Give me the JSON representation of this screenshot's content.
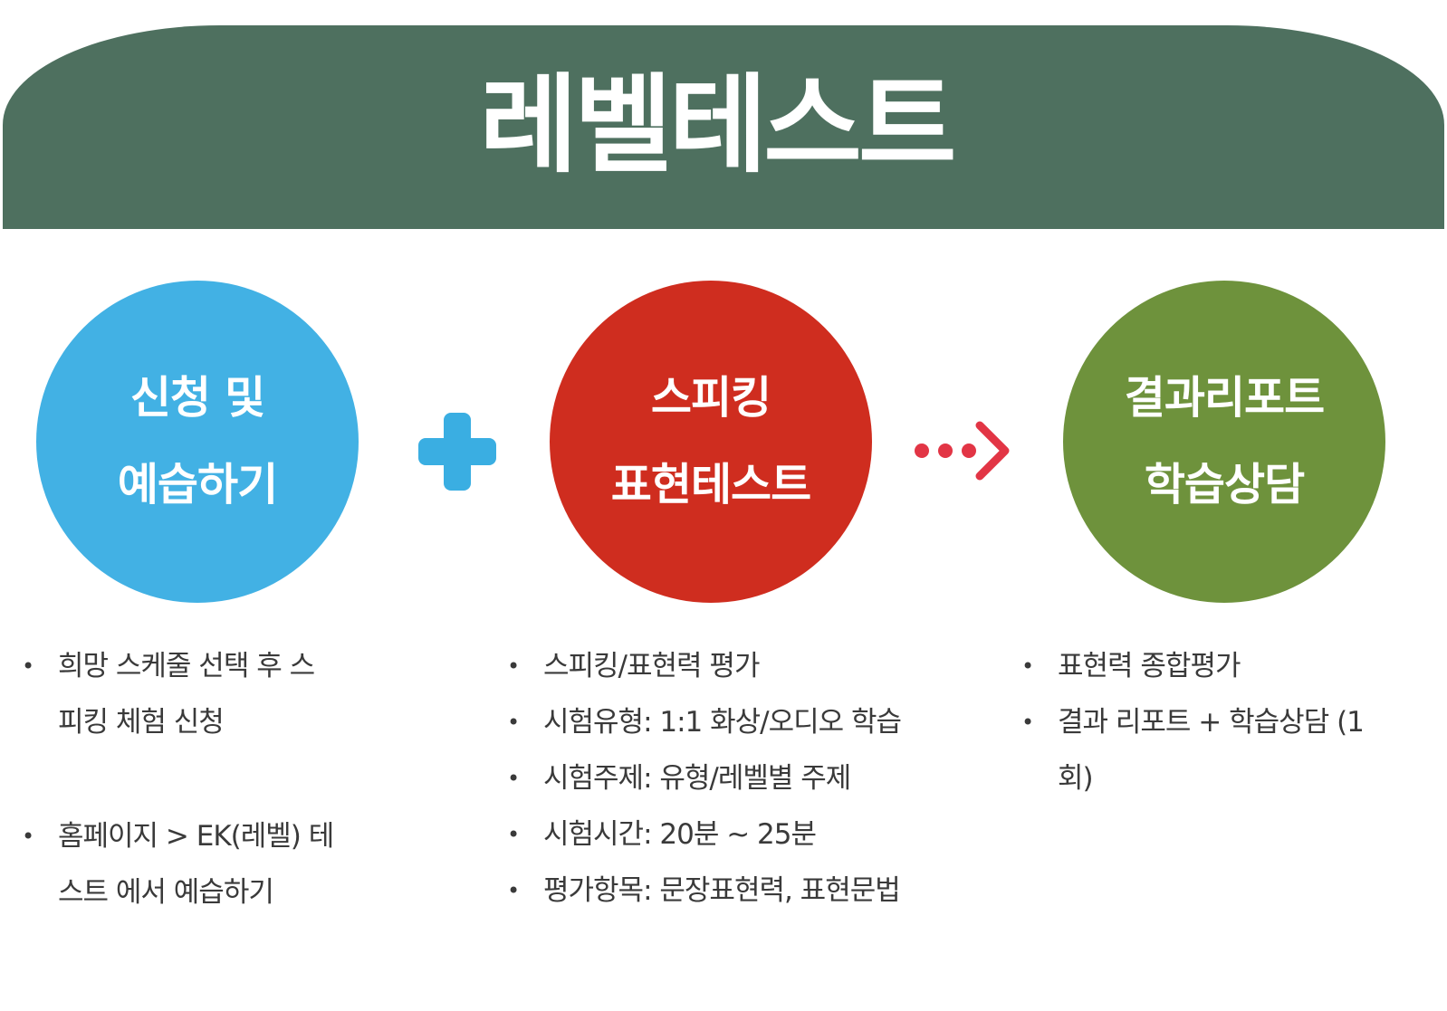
{
  "header": {
    "title": "레벨테스트",
    "bg_color": "#4e705f"
  },
  "steps": [
    {
      "line1": "신청 및",
      "line2": "예습하기",
      "color": "#42b1e4"
    },
    {
      "line1": "스피킹",
      "line2": "표현테스트",
      "color": "#cf2d1f"
    },
    {
      "line1": "결과리포트",
      "line2": "학습상담",
      "color": "#6e923c"
    }
  ],
  "connectors": {
    "plus_color": "#3aaee2",
    "arrow_color": "#e23545"
  },
  "lists": {
    "apply": [
      {
        "l1": "희망 스케줄 선택 후 스",
        "l2": "피킹 체험 신청"
      },
      {
        "l1": "홈페이지 > EK(레벨) 테",
        "l2": "스트 에서 예습하기"
      }
    ],
    "test": [
      "스피킹/표현력 평가",
      "시험유형: 1:1 화상/오디오 학습",
      "시험주제: 유형/레벨별 주제",
      "시험시간: 20분 ~ 25분",
      "평가항목: 문장표현력, 표현문법"
    ],
    "result": {
      "item1": "표현력 종합평가",
      "item2_l1": "결과 리포트 + 학습상담 (1",
      "item2_l2": "회)"
    }
  }
}
